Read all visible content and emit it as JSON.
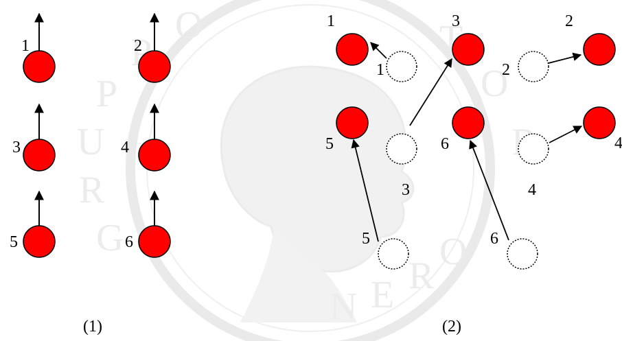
{
  "colors": {
    "filled_circle": "#ff0000",
    "circle_stroke": "#000000",
    "empty_circle": "#ffffff",
    "arrow": "#000000",
    "watermark": "#d4d4d4"
  },
  "watermark": {
    "letters_left": [
      "G",
      "R",
      "U",
      "P",
      "P",
      "O"
    ],
    "letters_right": [
      "T",
      "O",
      "R"
    ],
    "letters_bottom": [
      "N",
      "E",
      "R",
      "O"
    ]
  },
  "panel_1": {
    "caption": "(1)",
    "circles": [
      {
        "label": "1"
      },
      {
        "label": "2"
      },
      {
        "label": "3"
      },
      {
        "label": "4"
      },
      {
        "label": "5"
      },
      {
        "label": "6"
      }
    ]
  },
  "panel_2": {
    "caption": "(2)",
    "moved_circles": [
      {
        "label": "1"
      },
      {
        "label": "3"
      },
      {
        "label": "2"
      },
      {
        "label": "5"
      },
      {
        "label": "6"
      },
      {
        "label": "4"
      }
    ],
    "original_positions": [
      {
        "label": "1"
      },
      {
        "label": "2"
      },
      {
        "label": "3"
      },
      {
        "label": "4"
      },
      {
        "label": "5"
      },
      {
        "label": "6"
      }
    ]
  }
}
